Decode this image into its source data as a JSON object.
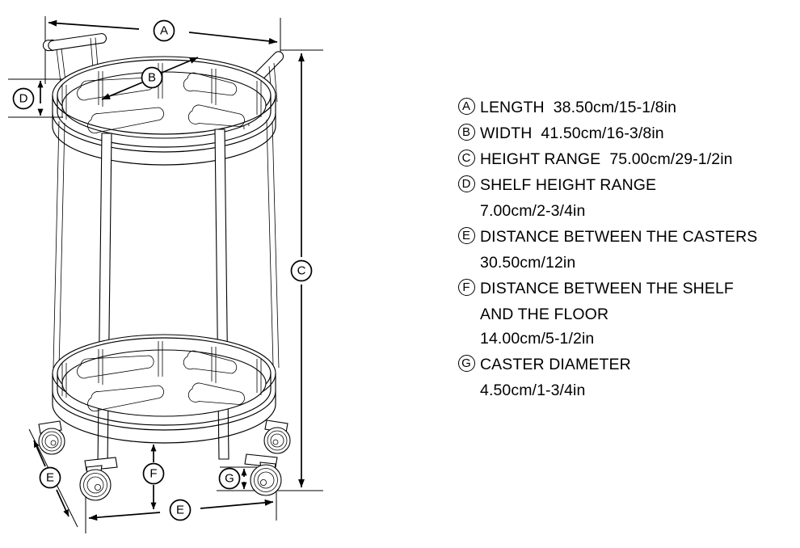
{
  "diagram": {
    "title": "Bar cart dimension diagram",
    "product": "two-tier round rolling bar cart",
    "background_color": "#ffffff",
    "line_color": "#000000",
    "markers": [
      {
        "id": "A",
        "label": "A",
        "position": "top-horizontal-span"
      },
      {
        "id": "B",
        "label": "B",
        "position": "top-tray-diagonal"
      },
      {
        "id": "C",
        "label": "C",
        "position": "right-vertical-height"
      },
      {
        "id": "D",
        "label": "D",
        "position": "left-top-shelf-height"
      },
      {
        "id": "E",
        "label": "E",
        "position": "bottom-caster-span"
      },
      {
        "id": "E2",
        "label": "E",
        "position": "left-diagonal-caster-span"
      },
      {
        "id": "F",
        "label": "F",
        "position": "shelf-to-floor-vertical"
      },
      {
        "id": "G",
        "label": "G",
        "position": "caster-diameter"
      }
    ]
  },
  "legend": {
    "items": [
      {
        "key": "A",
        "label": "LENGTH  38.50cm/15-1/8in",
        "continuation": null
      },
      {
        "key": "B",
        "label": "WIDTH  41.50cm/16-3/8in",
        "continuation": null
      },
      {
        "key": "C",
        "label": "HEIGHT RANGE  75.00cm/29-1/2in",
        "continuation": null
      },
      {
        "key": "D",
        "label": "SHELF HEIGHT RANGE",
        "continuation": "7.00cm/2-3/4in"
      },
      {
        "key": "E",
        "label": "DISTANCE BETWEEN THE CASTERS",
        "continuation": "30.50cm/12in"
      },
      {
        "key": "F",
        "label": "DISTANCE BETWEEN THE SHELF",
        "continuation": "AND THE FLOOR\n14.00cm/5-1/2in"
      },
      {
        "key": "G",
        "label": "CASTER DIAMETER",
        "continuation": "4.50cm/1-3/4in"
      }
    ]
  },
  "measurements": {
    "length": {
      "cm": "38.50cm",
      "in": "15-1/8in"
    },
    "width": {
      "cm": "41.50cm",
      "in": "16-3/8in"
    },
    "height_range": {
      "cm": "75.00cm",
      "in": "29-1/2in"
    },
    "shelf_height_range": {
      "cm": "7.00cm",
      "in": "2-3/4in"
    },
    "distance_between_casters": {
      "cm": "30.50cm",
      "in": "12in"
    },
    "shelf_to_floor": {
      "cm": "14.00cm",
      "in": "5-1/2in"
    },
    "caster_diameter": {
      "cm": "4.50cm",
      "in": "1-3/4in"
    }
  }
}
